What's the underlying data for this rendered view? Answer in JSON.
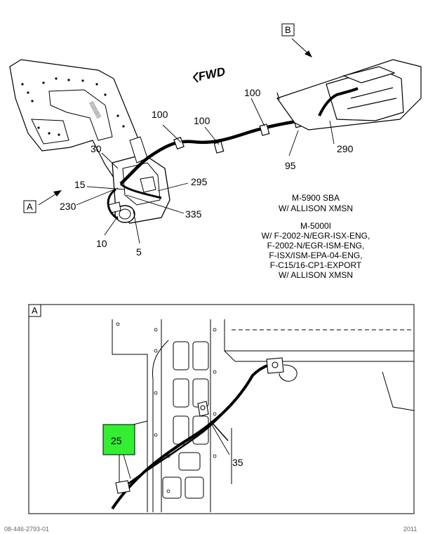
{
  "orientation_label": "FWD",
  "view_refs": {
    "a": "A",
    "b": "B"
  },
  "callouts": {
    "c100a": "100",
    "c100b": "100",
    "c100c": "100",
    "c30": "30",
    "c15": "15",
    "c295": "295",
    "c230": "230",
    "c335": "335",
    "c10": "10",
    "c5": "5",
    "c95": "95",
    "c290": "290",
    "c25": "25",
    "c35": "35"
  },
  "notes": [
    "M-5900 SBA",
    "W/ ALLISON XMSN",
    "M-5000I",
    "W/ F-2002-N/EGR-ISX-ENG,",
    "F-2002-N/EGR-ISM-ENG,",
    "F-ISX/ISM-EPA-04-ENG,",
    "F-C15/16-CP1-EXPORT",
    "W/ ALLISON XMSN"
  ],
  "detail_panel_label": "A",
  "highlight": {
    "label": "25",
    "color": "#33ee33"
  },
  "footer": {
    "left": "08-446-2793-01",
    "right": "2011"
  }
}
